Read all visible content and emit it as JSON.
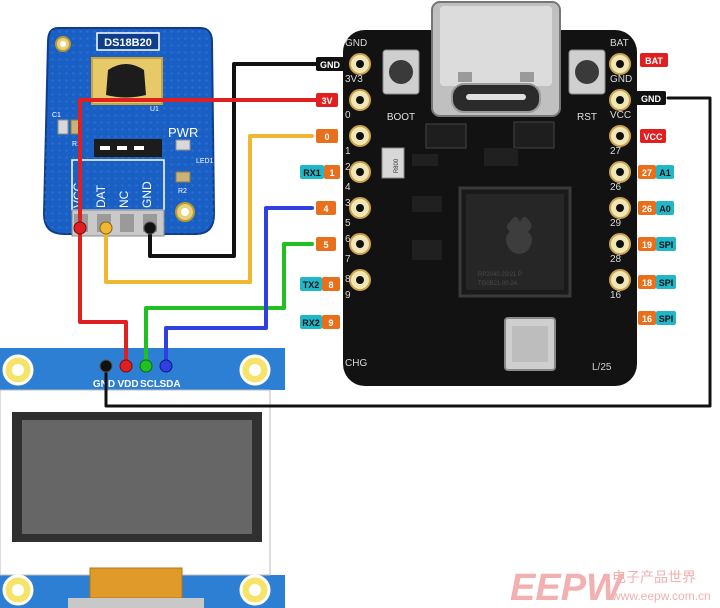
{
  "sensor": {
    "name": "DS18B20",
    "chip_label": "U1",
    "pwr_label": "PWR",
    "led_label": "LED1",
    "c1_label": "C1",
    "r1_label": "R1",
    "r2_label": "R2",
    "pins": [
      "VCC",
      "DAT",
      "NC",
      "GND"
    ]
  },
  "mcu": {
    "left_silk": [
      "GND",
      "3V3",
      "0",
      "1",
      "2",
      "4",
      "3",
      "5",
      "6",
      "7",
      "8",
      "9",
      "CHG"
    ],
    "right_silk": [
      "BAT",
      "GND",
      "VCC",
      "27",
      "26",
      "29",
      "28",
      "16"
    ],
    "boot_label": "BOOT",
    "rst_label": "RST",
    "l25_label": "L/25",
    "r800_label": "R800",
    "left_tags": [
      {
        "text": "GND",
        "color": "#111111",
        "fg": "#ffffff"
      },
      {
        "text": "3V",
        "color": "#e02020",
        "fg": "#ffffff"
      },
      {
        "text": "0",
        "color": "#e8701c",
        "fg": "#ffffff"
      },
      {
        "text": "RX1",
        "color": "#20b8c8",
        "fg": "#111111"
      },
      {
        "text": "1",
        "color": "#e8701c",
        "fg": "#ffffff"
      },
      {
        "text": "4",
        "color": "#e8701c",
        "fg": "#ffffff"
      },
      {
        "text": "5",
        "color": "#e8701c",
        "fg": "#ffffff"
      },
      {
        "text": "TX2",
        "color": "#20b8c8",
        "fg": "#111111"
      },
      {
        "text": "8",
        "color": "#e8701c",
        "fg": "#ffffff"
      },
      {
        "text": "RX2",
        "color": "#20b8c8",
        "fg": "#111111"
      },
      {
        "text": "9",
        "color": "#e8701c",
        "fg": "#ffffff"
      }
    ],
    "right_tags": [
      {
        "text": "BAT",
        "color": "#e02020",
        "fg": "#ffffff"
      },
      {
        "text": "GND",
        "color": "#111111",
        "fg": "#ffffff"
      },
      {
        "text": "VCC",
        "color": "#e02020",
        "fg": "#ffffff"
      },
      {
        "text": "27",
        "color": "#e8701c",
        "fg": "#ffffff"
      },
      {
        "text": "A1",
        "color": "#20b8c8",
        "fg": "#111111"
      },
      {
        "text": "26",
        "color": "#e8701c",
        "fg": "#ffffff"
      },
      {
        "text": "A0",
        "color": "#20b8c8",
        "fg": "#111111"
      },
      {
        "text": "19",
        "color": "#e8701c",
        "fg": "#ffffff"
      },
      {
        "text": "SPI",
        "color": "#20b8c8",
        "fg": "#111111"
      },
      {
        "text": "18",
        "color": "#e8701c",
        "fg": "#ffffff"
      },
      {
        "text": "SPI",
        "color": "#20b8c8",
        "fg": "#111111"
      },
      {
        "text": "16",
        "color": "#e8701c",
        "fg": "#ffffff"
      },
      {
        "text": "SPI",
        "color": "#20b8c8",
        "fg": "#111111"
      }
    ]
  },
  "oled": {
    "pins": [
      "GND",
      "VDD",
      "SCL",
      "SDA"
    ]
  },
  "watermark": {
    "brand": "EEPW",
    "cn": "电子产品世界",
    "site": "www.eepw.com.cn"
  },
  "colors": {
    "wire_red": "#e02020",
    "wire_yellow": "#f0b830",
    "wire_blue": "#3040e0",
    "wire_green": "#20c020",
    "wire_black": "#111111",
    "board_blue": "#1a5fc4",
    "board_black": "#121212",
    "oled_blue": "#2d7fd4"
  }
}
